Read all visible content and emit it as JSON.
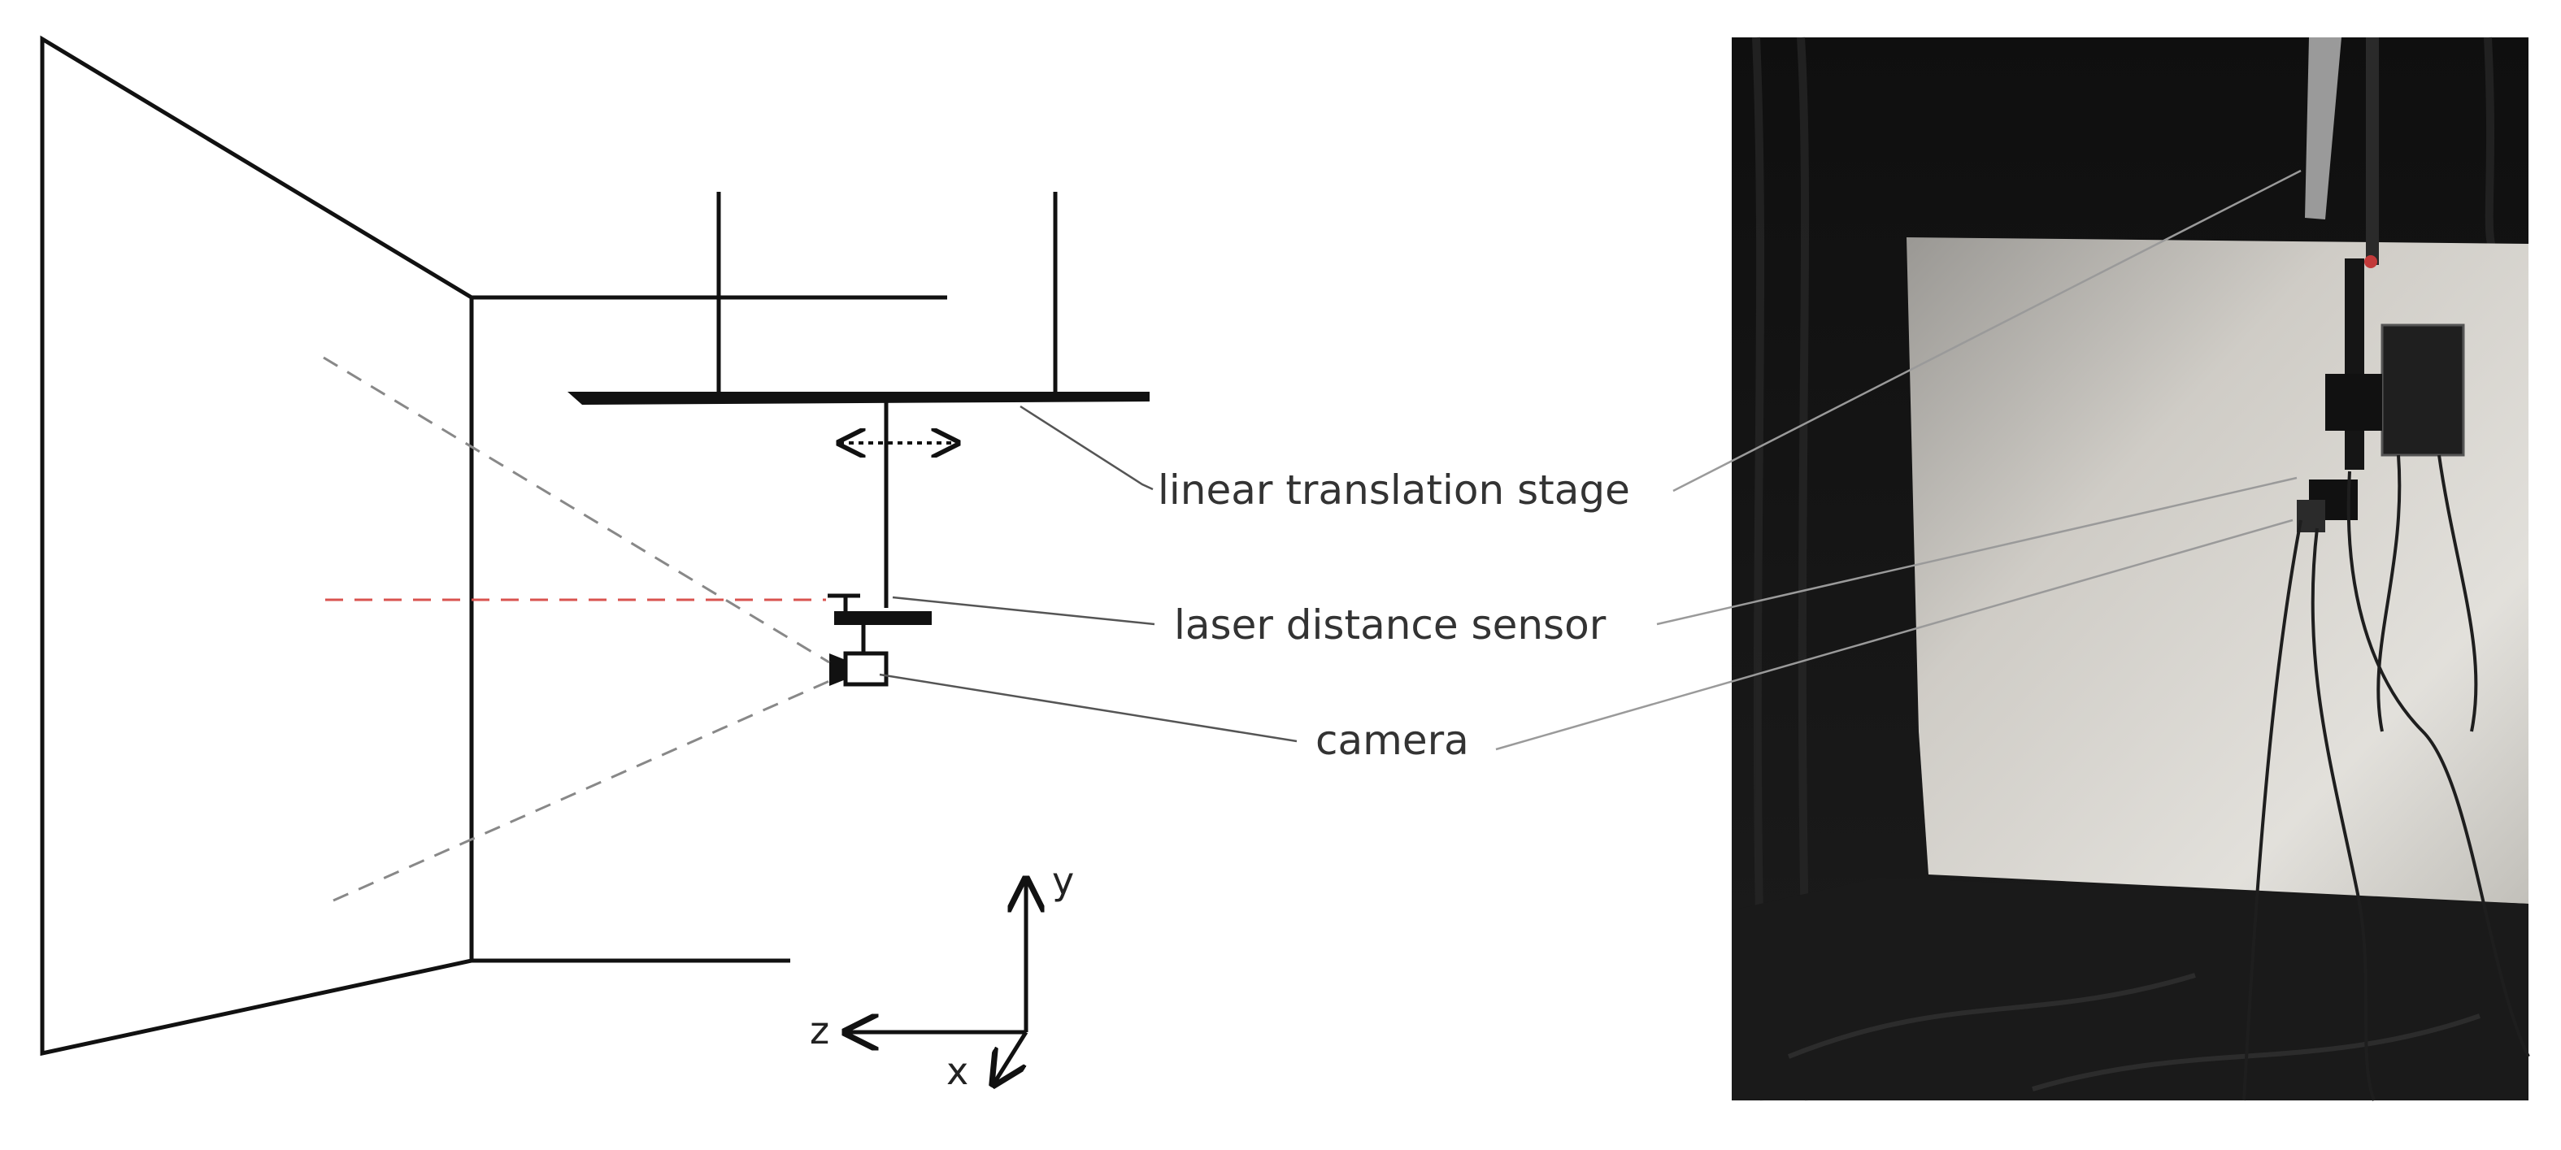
{
  "labels": {
    "stage": "linear translation stage",
    "sensor": "laser distance sensor",
    "camera": "camera"
  },
  "axes": {
    "x": "x",
    "y": "y",
    "z": "z"
  },
  "colors": {
    "laser_line": "#d9534f",
    "field_of_view": "#888888",
    "outline": "#111111",
    "leader": "#555555",
    "photo_background": "#141414",
    "photo_screen": "#d8d6d1"
  },
  "photo": {
    "content": "photograph of the experimental setup in front of a white screen"
  }
}
